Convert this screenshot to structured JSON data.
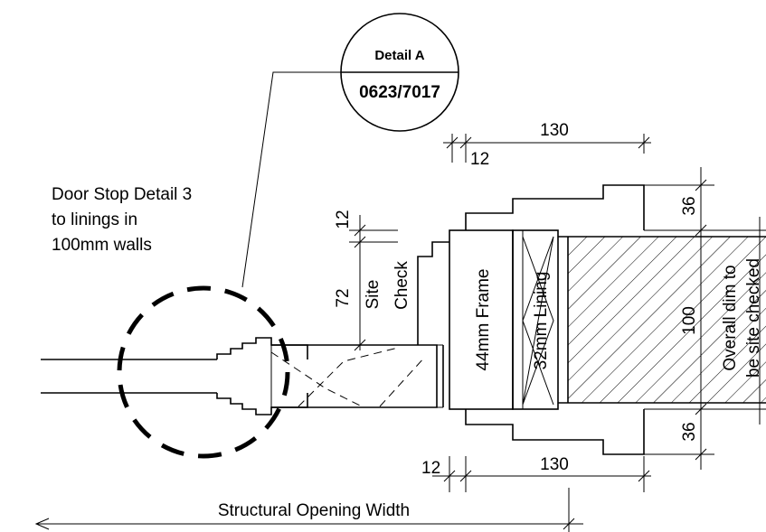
{
  "detail_tag": {
    "title": "Detail A",
    "reference": "0623/7017"
  },
  "note": {
    "lines": [
      "Door Stop Detail 3",
      "to linings in",
      "100mm walls"
    ]
  },
  "labels": {
    "frame": "44mm Frame",
    "lining": "32mm Lining",
    "site_check_1": "Site",
    "site_check_2": "Check",
    "overall_1": "Overall dim to",
    "overall_2": "be site checked",
    "structural_opening": "Structural Opening Width"
  },
  "dimensions": {
    "top_gap": "12",
    "top_width": "130",
    "bottom_gap": "12",
    "bottom_width": "130",
    "right_top": "36",
    "right_mid": "100",
    "right_bottom": "36",
    "left_gap": "12",
    "left_height": "72"
  }
}
